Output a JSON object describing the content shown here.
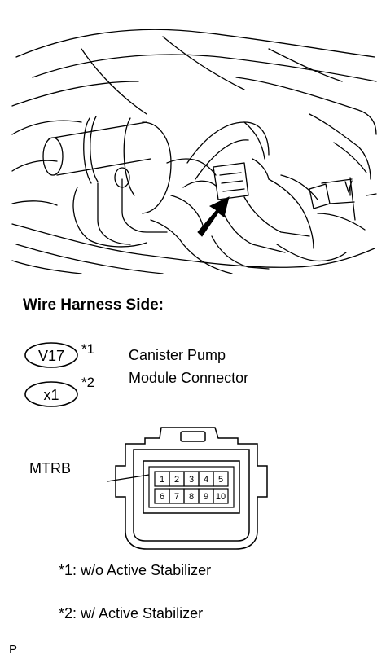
{
  "heading": "Wire Harness Side:",
  "connector_codes": [
    {
      "code": "V17",
      "note_ref": "*1"
    },
    {
      "code": "x1",
      "note_ref": "*2"
    }
  ],
  "description_lines": [
    "Canister Pump",
    "Module Connector"
  ],
  "terminal_label": "MTRB",
  "pins": [
    "1",
    "2",
    "3",
    "4",
    "5",
    "6",
    "7",
    "8",
    "9",
    "10"
  ],
  "notes": [
    "*1: w/o Active Stabilizer",
    "*2: w/ Active Stabilizer"
  ],
  "corner_mark": "P",
  "icons": {
    "pointer": "arrow-icon"
  }
}
